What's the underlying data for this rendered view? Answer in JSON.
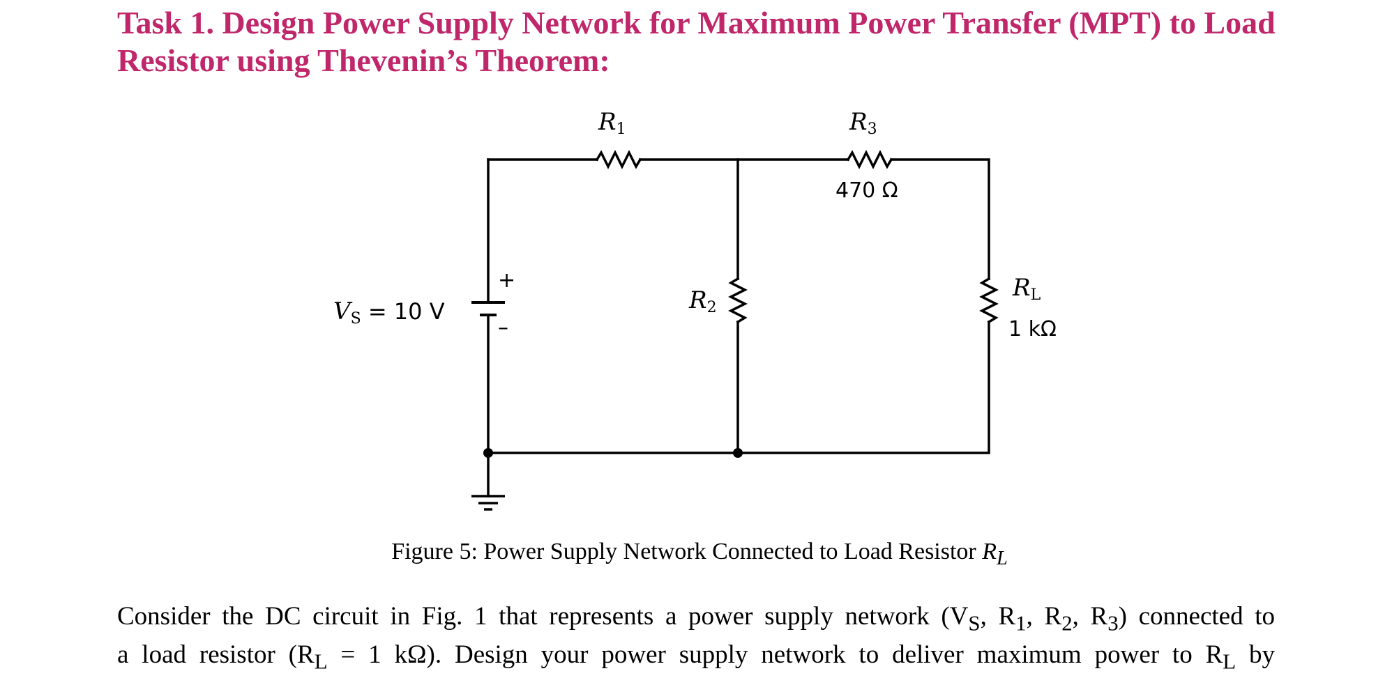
{
  "heading": {
    "title": "Task 1. Design Power Supply Network for Maximum Power Transfer (MPT) to Load Resistor using Thevenin’s Theorem:"
  },
  "circuit": {
    "r1_label": "R",
    "r1_sub": "1",
    "r3_label": "R",
    "r3_sub": "3",
    "r3_value": "470 Ω",
    "r2_label": "R",
    "r2_sub": "2",
    "rl_label": "R",
    "rl_sub": "L",
    "rl_value": "1 kΩ",
    "vs_label": "V",
    "vs_sub": "S",
    "vs_value": " = 10 V",
    "plus_sign": "+",
    "minus_sign": "–"
  },
  "figure": {
    "caption_text": "Figure 5: Power Supply Network Connected to Load Resistor ",
    "caption_symbol": "R",
    "caption_sub": "L"
  },
  "body": {
    "line1": "Consider the DC circuit in Fig. 1 that represents a power supply network (V",
    "line1_sub": "S",
    "line1_rest": ", R",
    "line1_sub2": "1",
    "line1_rest2": ", R",
    "line1_sub3": "2",
    "line1_rest3": ", R",
    "line1_sub4": "3",
    "line1_end": ") connected to",
    "line2_start": "a load resistor (R",
    "line2_sub": "L",
    "line2_mid": " = 1 kΩ). Design your power supply network to deliver maximum power to R",
    "line2_sub2": "L",
    "line2_end": " by"
  }
}
